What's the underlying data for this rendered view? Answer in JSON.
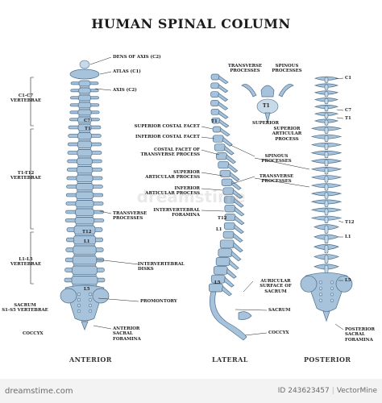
{
  "title": "HUMAN SPINAL COLUMN",
  "views": {
    "anterior": "ANTERIOR",
    "lateral": "LATERAL",
    "posterior": "POSTERIOR"
  },
  "anterior_labels": {
    "dens_of_axis": "DENS OF AXIS (C2)",
    "atlas": "ATLAS (C1)",
    "axis": "AXIS (C2)",
    "c1_c7": [
      "C1-C7",
      "VERTEBRAE"
    ],
    "t1_t12": [
      "T1-T12",
      "VERTEBRAE"
    ],
    "l1_l5": [
      "L1-L5",
      "VERTEBRAE"
    ],
    "sacrum": [
      "SACRUM",
      "S1-S5 VERTEBRAE"
    ],
    "coccyx": "COCCYX",
    "transverse_processes": [
      "TRANSVERSE",
      "PROCESSES"
    ],
    "intervertebral_disks": [
      "INTERVERTEBRAL",
      "DISKS"
    ],
    "promontory": "PROMONTORY",
    "anterior_sacral_foramina": [
      "ANTERIOR",
      "SACRAL",
      "FORAMINA"
    ]
  },
  "lateral_labels": {
    "superior_costal_facet": "SUPERIOR COSTAL FACET",
    "inferior_costal_facet": "INFERIOR COSTAL FACET",
    "costal_facet": [
      "COSTAL FACET OF",
      "TRANSVERSE PROCESS"
    ],
    "superior_articular_process": [
      "SUPERIOR",
      "ARTICULAR PROCESS"
    ],
    "inferior_articular_process": [
      "INFERIOR",
      "ARTICULAR PROCESS"
    ],
    "intervertebral_foramina": [
      "INTERVERTEBRAL",
      "FORAMINA"
    ],
    "spinous_processes": [
      "SPINOUS",
      "PROCESSES"
    ],
    "transverse_processes": [
      "TRANSVERSE",
      "PROCESSES"
    ],
    "auricular_surface": [
      "AURICULAR",
      "SURFACE OF",
      "SACRUM"
    ],
    "sacrum": "SACRUM",
    "coccyx": "COCCYX"
  },
  "inset_labels": {
    "transverse_processes": [
      "TRANSVERSE",
      "PROCESSES"
    ],
    "spinous_processes": [
      "SPINOUS",
      "PROCESSES"
    ],
    "superior": "SUPERIOR",
    "superior_articular_process": [
      "SUPERIOR",
      "ARTICULAR",
      "PROCESS"
    ],
    "t1": "T1"
  },
  "posterior_labels": {
    "c1": "C1",
    "c7": "C7",
    "t1": "T1",
    "t12": "T12",
    "l1": "L1",
    "l5": "L5",
    "posterior_sacral_foramina": [
      "POSTERIOR",
      "SACRAL",
      "FORAMINA"
    ]
  },
  "spine_marks": {
    "c7": "C7",
    "t1": "T1",
    "t12": "T12",
    "l1": "L1",
    "l5": "L5"
  },
  "watermark": {
    "left": "dreamstime.com",
    "id": "ID 243623457",
    "author": "VectorMine",
    "center": "dreamstime"
  },
  "colors": {
    "bone": "#a7c3db",
    "bone_light": "#c7daea",
    "outline": "#4f6f8c"
  }
}
